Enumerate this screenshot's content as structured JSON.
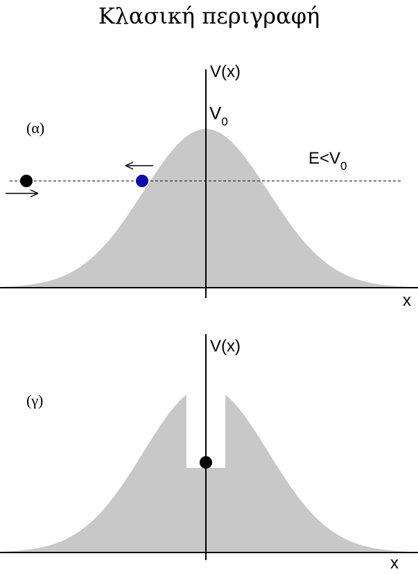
{
  "title": "Κλασική περιγραφή",
  "panel_a": {
    "tag": "(α)",
    "y_axis_label": "V(x)",
    "x_axis_label": "x",
    "barrier_label_main": "V",
    "barrier_label_sub": "0",
    "energy_label_main": "E<V",
    "energy_label_sub": "0"
  },
  "panel_g": {
    "tag": "(γ)",
    "y_axis_label": "V(x)",
    "x_axis_label": "x"
  },
  "colors": {
    "barrier_fill": "#c8c8c8",
    "particle_black": "#000000",
    "particle_blue": "#0a0aa8"
  }
}
